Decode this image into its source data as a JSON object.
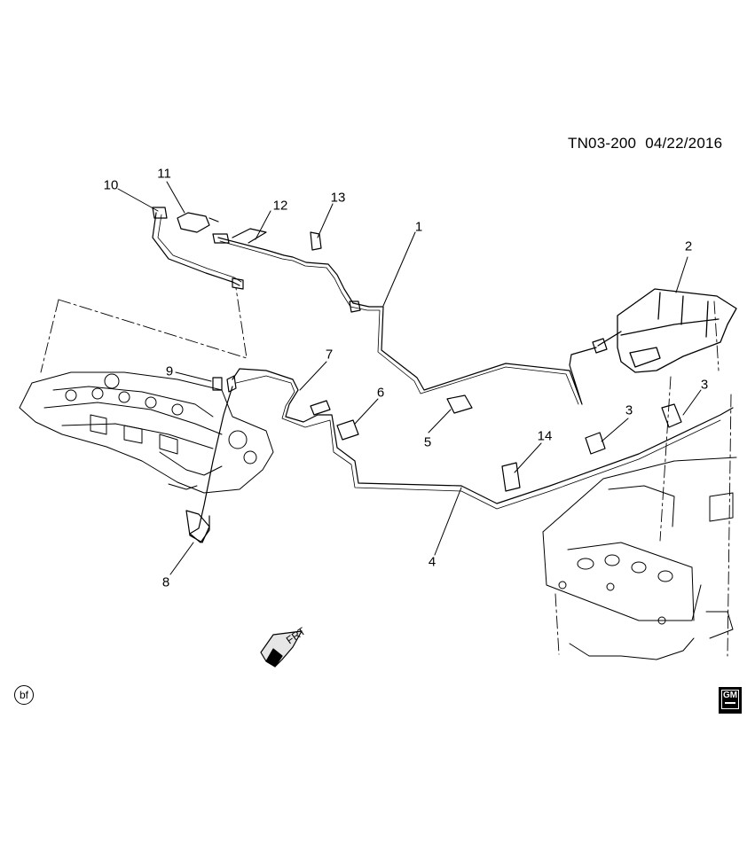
{
  "diagram": {
    "doc_code": "TN03-200",
    "doc_date": "04/22/2016",
    "callouts": [
      {
        "num": "1"
      },
      {
        "num": "2"
      },
      {
        "num": "3"
      },
      {
        "num": "3"
      },
      {
        "num": "4"
      },
      {
        "num": "5"
      },
      {
        "num": "6"
      },
      {
        "num": "7"
      },
      {
        "num": "8"
      },
      {
        "num": "9"
      },
      {
        "num": "10"
      },
      {
        "num": "11"
      },
      {
        "num": "12"
      },
      {
        "num": "13"
      },
      {
        "num": "14"
      }
    ],
    "direction_label": "FRT",
    "corner_mark": "bf",
    "logo_text": "GM"
  }
}
